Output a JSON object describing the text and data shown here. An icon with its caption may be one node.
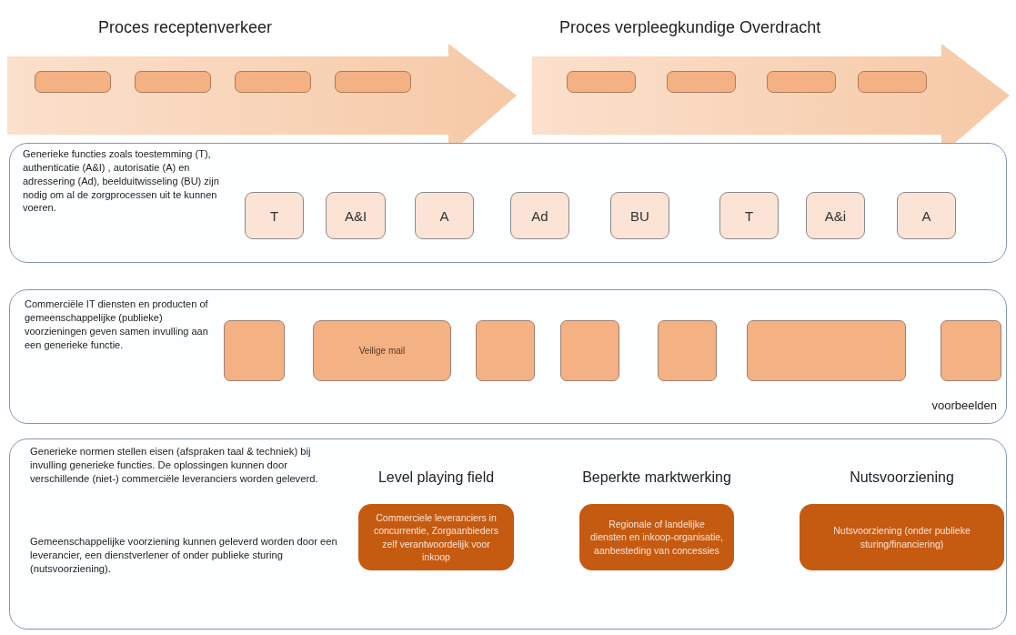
{
  "diagram": {
    "nodes": [
      {
        "text": [
          "Proces receptenverkeer"
        ]
      },
      {
        "text": [],
        "shape": "box",
        "in": 0
      },
      {
        "text": [],
        "shape": "box",
        "in": 0
      },
      {
        "text": [],
        "shape": "box",
        "in": 0
      },
      {
        "text": [],
        "shape": "box",
        "in": 0
      },
      {
        "text": [
          "Proces verpleegkundige Overdracht"
        ]
      },
      {
        "text": [],
        "shape": "box",
        "in": 5
      },
      {
        "text": [],
        "shape": "box",
        "in": 5
      },
      {
        "text": [],
        "shape": "box",
        "in": 5
      },
      {
        "text": [],
        "shape": "box",
        "in": 5
      },
      {
        "text": [
          "Generieke functies zoals toestemming (T), authenticatie (A&I) , autorisatie (A) en adressering (Ad), beelduitwisseling (BU) zijn nodig om al de zorgprocessen uit te kunnen voeren."
        ]
      },
      {
        "text": [
          "T"
        ],
        "in": 10
      },
      {
        "text": [
          "A&I"
        ],
        "in": 10
      },
      {
        "text": [
          "A"
        ],
        "in": 10
      },
      {
        "text": [
          "Ad"
        ],
        "in": 10
      },
      {
        "text": [
          "BU"
        ],
        "in": 10
      },
      {
        "text": [
          "T"
        ],
        "in": 10
      },
      {
        "text": [
          "A&i"
        ],
        "in": 10
      },
      {
        "text": [
          "A"
        ],
        "in": 10
      },
      {
        "text": [
          "Commerciële IT diensten en producten of gemeenschappelijke (publieke) voorzieningen geven samen invulling aan een generieke functie.",
          "voorbeelden"
        ]
      },
      {
        "text": [],
        "shape": "box",
        "in": 19
      },
      {
        "text": [
          "Veilige mail"
        ],
        "in": 19
      },
      {
        "text": [],
        "shape": "box",
        "in": 19
      },
      {
        "text": [],
        "shape": "box",
        "in": 19
      },
      {
        "text": [],
        "shape": "box",
        "in": 19
      },
      {
        "text": [],
        "shape": "box",
        "in": 19
      },
      {
        "text": [],
        "shape": "box",
        "in": 19
      },
      {
        "text": [
          "Generieke normen stellen eisen (afspraken taal & techniek) bij invulling generieke functies. De oplossingen kunnen door verschillende (niet-) commerciële leveranciers worden geleverd.",
          "Gemeenschappelijke voorziening kunnen geleverd worden door een leverancier, een dienstverlener of onder publieke sturing (nutsvoorziening)."
        ]
      },
      {
        "text": [
          "Level playing field",
          "Commerciele leveranciers in concurrentie, Zorgaanbieders zelf verantwoordelijk voor inkoop"
        ],
        "in": 27
      },
      {
        "text": [
          "Beperkte marktwerking",
          "Regionale of landelijke diensten en inkoop-organisatie, aanbesteding van concessies"
        ],
        "in": 27
      },
      {
        "text": [
          "Nutsvoorziening",
          "Nutsvoorziening (onder publieke sturing/financiering)"
        ],
        "in": 27
      }
    ]
  }
}
